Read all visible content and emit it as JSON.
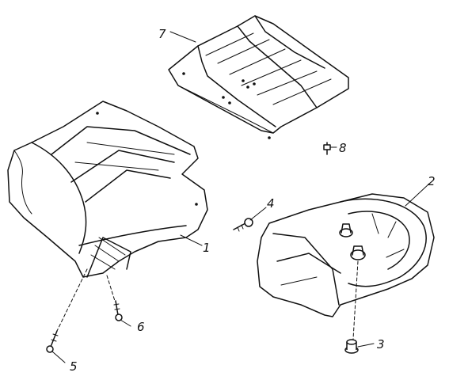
{
  "callouts": [
    {
      "id": "p1",
      "label": "1",
      "part": "main-cover"
    },
    {
      "id": "p2",
      "label": "2",
      "part": "lower-bracket-cover"
    },
    {
      "id": "p3",
      "label": "3",
      "part": "nut-with-washer"
    },
    {
      "id": "p4",
      "label": "4",
      "part": "screw"
    },
    {
      "id": "p5",
      "label": "5",
      "part": "screw"
    },
    {
      "id": "p6",
      "label": "6",
      "part": "screw"
    },
    {
      "id": "p7",
      "label": "7",
      "part": "top-panel"
    },
    {
      "id": "p8",
      "label": "8",
      "part": "clip"
    }
  ],
  "style": {
    "line_color": "#111111",
    "background": "#ffffff"
  }
}
